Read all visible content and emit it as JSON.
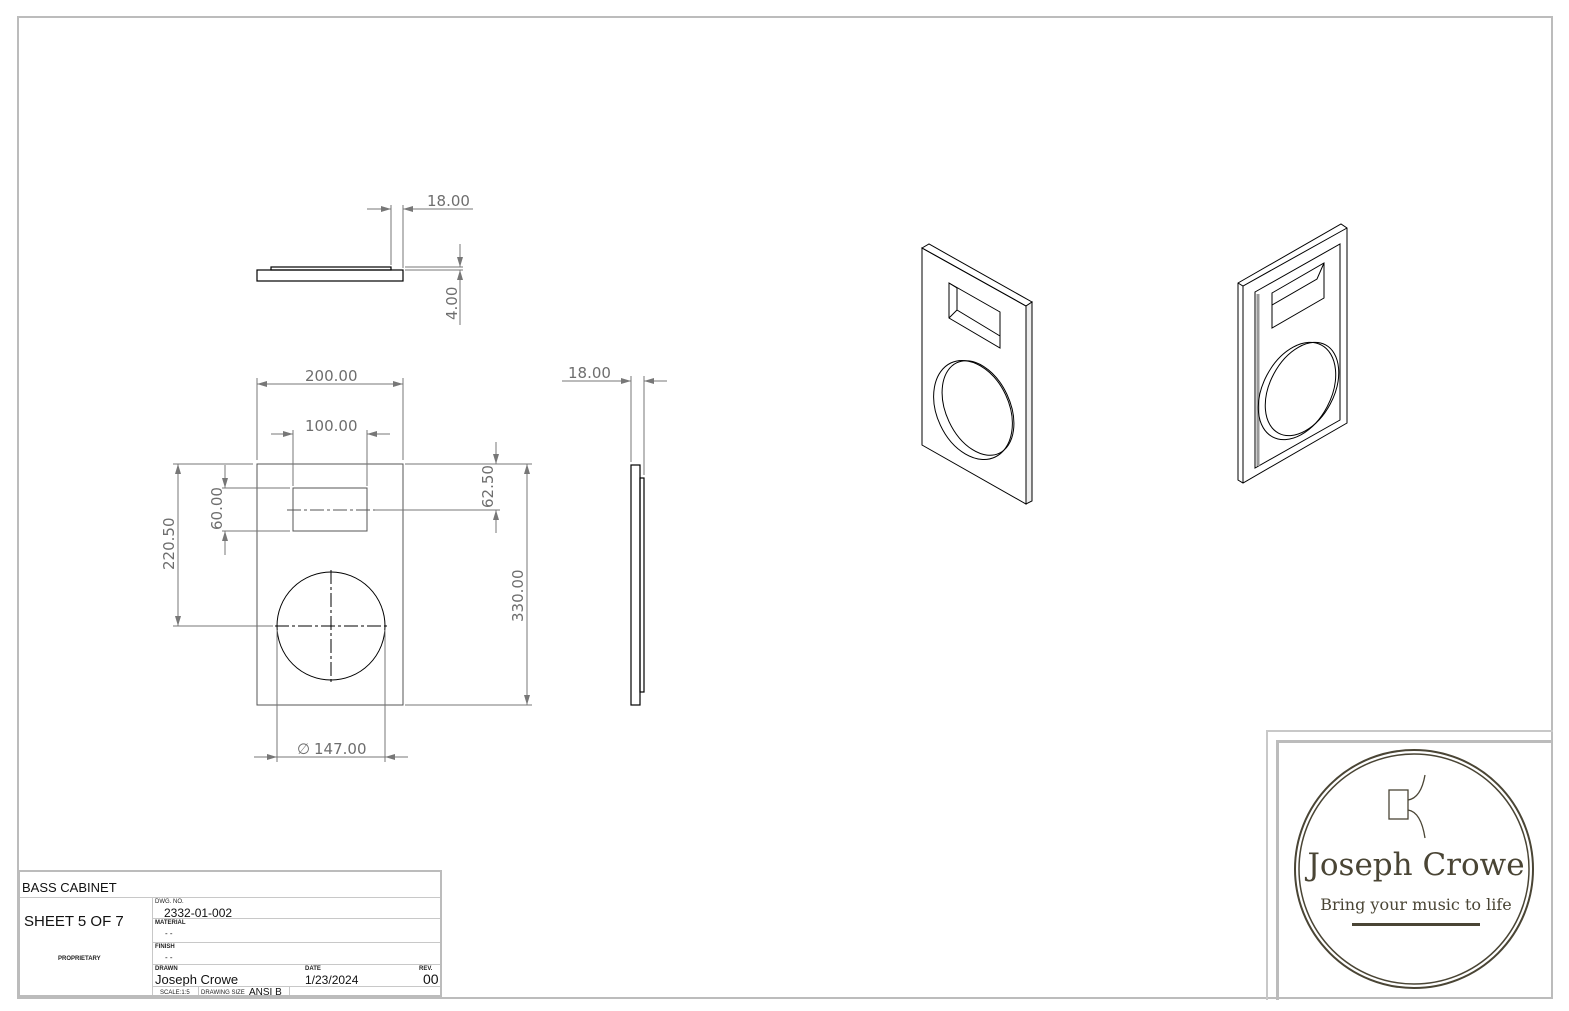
{
  "drawing": {
    "top_view": {
      "thickness": "18.00",
      "step": "4.00"
    },
    "front_view": {
      "width": "200.00",
      "window_width": "100.00",
      "window_height": "60.00",
      "window_offset": "62.50",
      "hole_offset": "220.50",
      "height": "330.00",
      "hole_diameter": "147.00",
      "diameter_symbol": "∅"
    },
    "side_view": {
      "thickness": "18.00"
    }
  },
  "title_block": {
    "title": "BASS CABINET",
    "sheet": "SHEET 5 OF 7",
    "proprietary": "PROPRIETARY",
    "dwg_no_label": "DWG.  NO.",
    "dwg_no": "2332-01-002",
    "material_label": "MATERIAL",
    "material": "- -",
    "finish_label": "FINISH",
    "finish": "- -",
    "drawn_label": "DRAWN",
    "drawn": "Joseph Crowe",
    "date_label": "DATE",
    "date": "1/23/2024",
    "rev_label": "REV.",
    "rev": "00",
    "scale": "SCALE:1:5",
    "size_label": "DRAWING SIZE",
    "size": "ANSI B"
  },
  "logo": {
    "name": "Joseph Crowe",
    "tagline": "Bring your music to life",
    "color": "#4a4535"
  }
}
